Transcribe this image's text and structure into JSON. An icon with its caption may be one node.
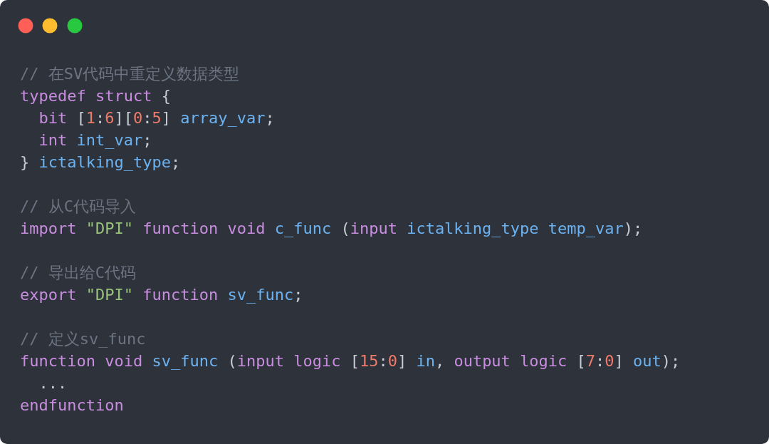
{
  "diagram": {
    "labels": [
      "// 在SV代码中重定义数据类型",
      "typedef struct {",
      "  bit [1:6][0:5] array_var;",
      "  int int_var;",
      "} ictalking_type;",
      "// 从C代码导入",
      "import \"DPI\" function void c_func (input ictalking_type temp_var);",
      "// 导出给C代码",
      "export \"DPI\" function sv_func;",
      "// 定义sv_func",
      "function void sv_func (input logic [15:0] in, output logic [7:0] out);",
      "  ...",
      "endfunction"
    ]
  }
}
